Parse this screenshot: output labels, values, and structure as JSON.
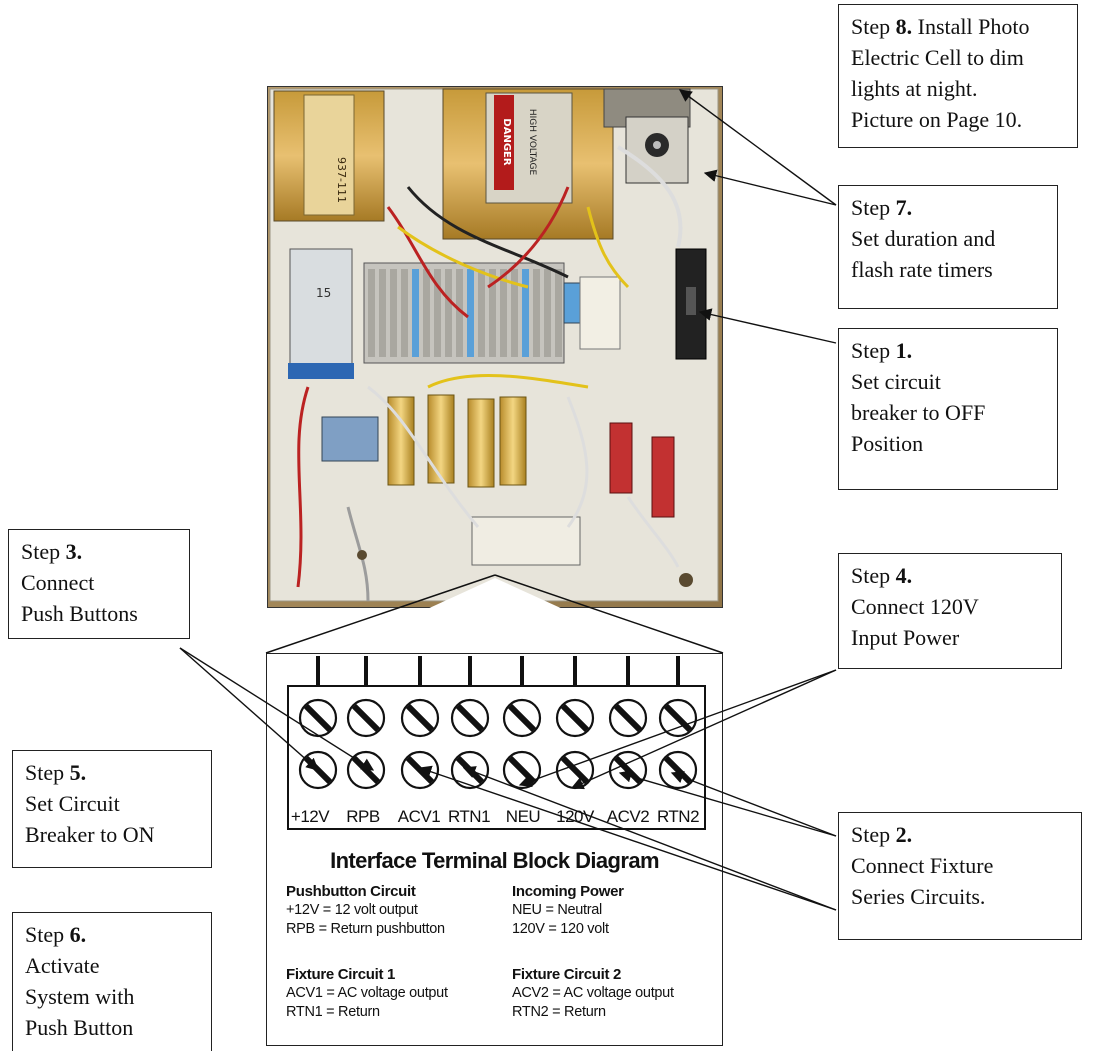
{
  "callouts": {
    "step8": {
      "prefix": "Step ",
      "num": "8.",
      "rest": " Install Photo",
      "lines": [
        "Electric Cell to dim",
        "lights at night.",
        "Picture on Page 10."
      ]
    },
    "step7": {
      "prefix": "Step ",
      "num": "7.",
      "lines": [
        "Set duration and",
        "flash rate timers"
      ]
    },
    "step1": {
      "prefix": "Step ",
      "num": "1.",
      "lines": [
        "Set circuit",
        "breaker to OFF",
        "Position"
      ]
    },
    "step4": {
      "prefix": "Step ",
      "num": "4.",
      "lines": [
        "Connect 120V",
        "Input Power"
      ]
    },
    "step3": {
      "prefix": "Step ",
      "num": "3.",
      "lines": [
        "Connect",
        "Push Buttons"
      ]
    },
    "step5": {
      "prefix": "Step ",
      "num": "5.",
      "lines": [
        "Set Circuit",
        "Breaker to ON"
      ]
    },
    "step2": {
      "prefix": "Step ",
      "num": "2.",
      "lines": [
        "Connect  Fixture",
        "Series Circuits."
      ]
    },
    "step6": {
      "prefix": "Step ",
      "num": "6.",
      "lines": [
        "Activate",
        "System with",
        "Push Button"
      ]
    }
  },
  "terminal_block": {
    "labels": [
      "+12V",
      "RPB",
      "ACV1",
      "RTN1",
      "NEU",
      "120V",
      "ACV2",
      "RTN2"
    ]
  },
  "diagram": {
    "title": "Interface Terminal Block Diagram",
    "legend": {
      "pushbutton": {
        "heading": "Pushbutton Circuit",
        "lines": [
          "+12V = 12 volt output",
          "RPB = Return pushbutton"
        ]
      },
      "power": {
        "heading": "Incoming Power",
        "lines": [
          "NEU = Neutral",
          "120V = 120 volt"
        ]
      },
      "fixture1": {
        "heading": "Fixture Circuit 1",
        "lines": [
          "ACV1 = AC voltage output",
          "RTN1 = Return"
        ]
      },
      "fixture2": {
        "heading": "Fixture Circuit 2",
        "lines": [
          "ACV2 = AC voltage output",
          "RTN2 = Return"
        ]
      }
    }
  },
  "photo": {
    "transformer_label": "937-111",
    "danger_label": "DANGER",
    "hv_label": "HIGH VOLTAGE",
    "module_label": "15"
  }
}
